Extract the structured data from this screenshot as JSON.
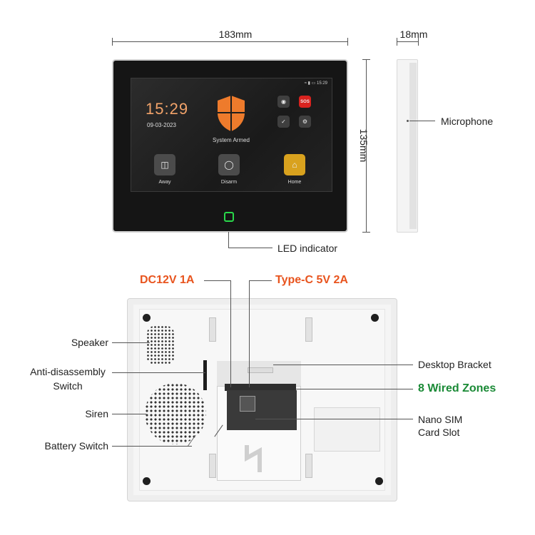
{
  "dimensions": {
    "width": "183mm",
    "depth": "18mm",
    "height": "135mm"
  },
  "screen": {
    "status": "15:29",
    "clock": "15:29",
    "date": "09-03-2023",
    "armed_text": "System Armed",
    "sos": "SOS",
    "buttons": [
      {
        "label": "Away",
        "icon": "door-exit-icon"
      },
      {
        "label": "Disarm",
        "icon": "shield-check-icon"
      },
      {
        "label": "Home",
        "icon": "home-icon"
      }
    ]
  },
  "front_labels": {
    "microphone": "Microphone",
    "led": "LED indicator"
  },
  "back_labels": {
    "dc": "DC12V 1A",
    "typec": "Type-C 5V 2A",
    "speaker": "Speaker",
    "anti_line1": "Anti-disassembly",
    "anti_line2": "Switch",
    "siren": "Siren",
    "battery": "Battery Switch",
    "bracket": "Desktop Bracket",
    "zones": "8 Wired Zones",
    "sim_line1": "Nano SIM",
    "sim_line2": "Card Slot"
  },
  "colors": {
    "accent_orange": "#e8541e",
    "accent_green": "#1a8a36",
    "clock": "#f2a36a",
    "shield": "#ee7b2c",
    "led": "#29d84a",
    "home_button": "#d9a21e",
    "sos": "#d8231f"
  }
}
